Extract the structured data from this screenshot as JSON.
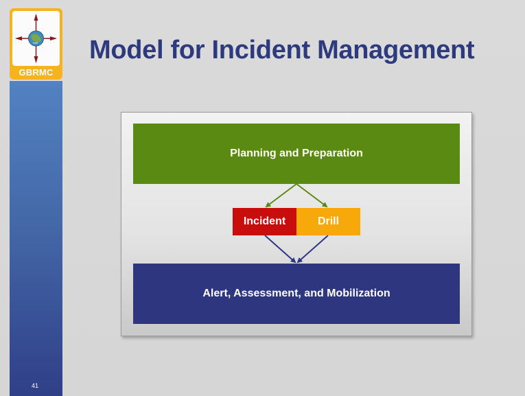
{
  "slide": {
    "title": "Model for Incident Management",
    "number": "41",
    "logo_text": "GBRMC"
  },
  "diagram": {
    "top_box": "Planning and Preparation",
    "event_left": "Incident",
    "event_right": "Drill",
    "bottom_box": "Alert, Assessment, and Mobilization"
  },
  "colors": {
    "title": "#2e3a7e",
    "planning": "#5b8a12",
    "alert": "#2e3680",
    "incident": "#c90d0d",
    "drill": "#f7a80b"
  }
}
